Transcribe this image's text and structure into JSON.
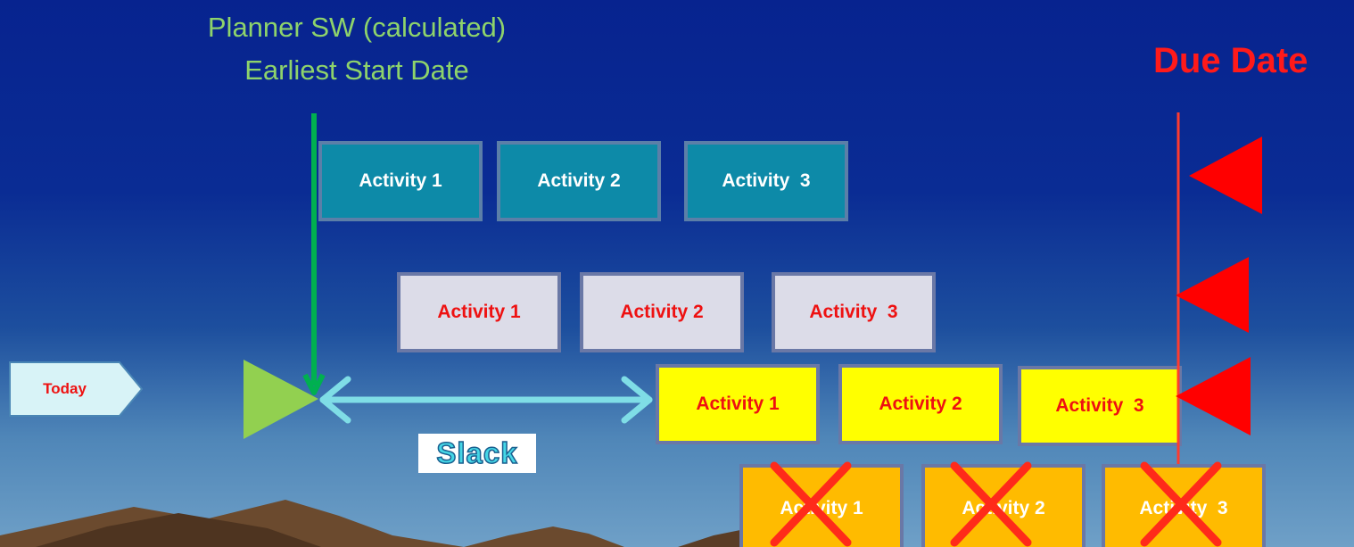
{
  "header": {
    "line1": "Planner SW (calculated)",
    "line2": "Earliest Start Date",
    "due_date": "Due Date"
  },
  "today": {
    "label": "Today"
  },
  "slack": {
    "label": "Slack"
  },
  "rows": {
    "row1": [
      "Activity 1",
      "Activity 2",
      "Activity  3"
    ],
    "row2": [
      "Activity 1",
      "Activity 2",
      "Activity  3"
    ],
    "row3": [
      "Activity 1",
      "Activity 2",
      "Activity  3"
    ],
    "row4": [
      "Activity 1",
      "Activity 2",
      "Activity  3"
    ]
  },
  "colors": {
    "background_top": "#07238f",
    "title_green": "#8ed36b",
    "due_red": "#ff1a1a",
    "teal_box": "#0d8aa8",
    "lavender_box": "#dcdce8",
    "yellow_box": "#ffff00",
    "orange_box": "#ffbb00",
    "slack_arrow": "#7fdde6",
    "start_line": "#00b050"
  }
}
